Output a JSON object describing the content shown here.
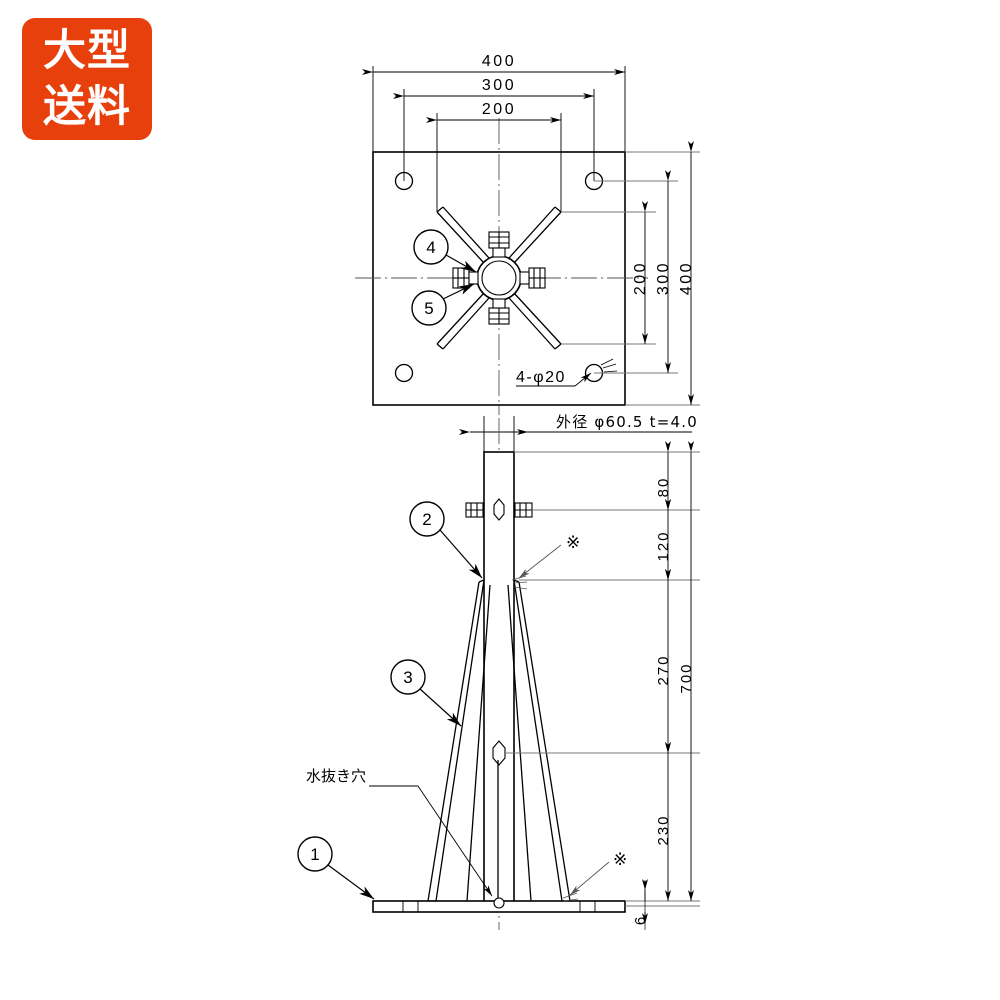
{
  "badge": {
    "line1": "大型",
    "line2": "送料",
    "color": "#e8400c",
    "text_color": "#ffffff"
  },
  "drawing": {
    "type": "mechanical-assembly-drawing",
    "line_color": "#000000",
    "thin_line_color": "#808080",
    "views": [
      {
        "name": "top-view",
        "label": ""
      },
      {
        "name": "front-elevation-view",
        "label": ""
      }
    ],
    "top_view": {
      "dimensions_horizontal": [
        "400",
        "300",
        "200"
      ],
      "dimensions_vertical": [
        "200",
        "300",
        "400"
      ],
      "hole_callout": "4-φ20",
      "balloons": [
        "4",
        "5"
      ]
    },
    "front_view": {
      "pipe_spec": "外径 φ60.5 t=4.0",
      "dimensions_vertical": [
        "80",
        "120",
        "270",
        "230",
        "700",
        "6"
      ],
      "balloons": [
        "1",
        "2",
        "3"
      ],
      "drain_hole_label": "水抜き穴",
      "reference_marks": [
        "※",
        "※"
      ]
    },
    "labels": {
      "dim_400_top": "400",
      "dim_300_top": "300",
      "dim_200_top": "200",
      "dim_200_right": "200",
      "dim_300_right": "300",
      "dim_400_right": "400",
      "hole_note": "4-φ20",
      "pipe_note": "外径 φ60.5 t=4.0",
      "dim_80": "80",
      "dim_120": "120",
      "dim_270": "270",
      "dim_230": "230",
      "dim_700": "700",
      "dim_6": "6",
      "drain_hole": "水抜き穴",
      "ref_mark_upper": "※",
      "ref_mark_lower": "※",
      "balloon_1": "1",
      "balloon_2": "2",
      "balloon_3": "3",
      "balloon_4": "4",
      "balloon_5": "5"
    }
  }
}
